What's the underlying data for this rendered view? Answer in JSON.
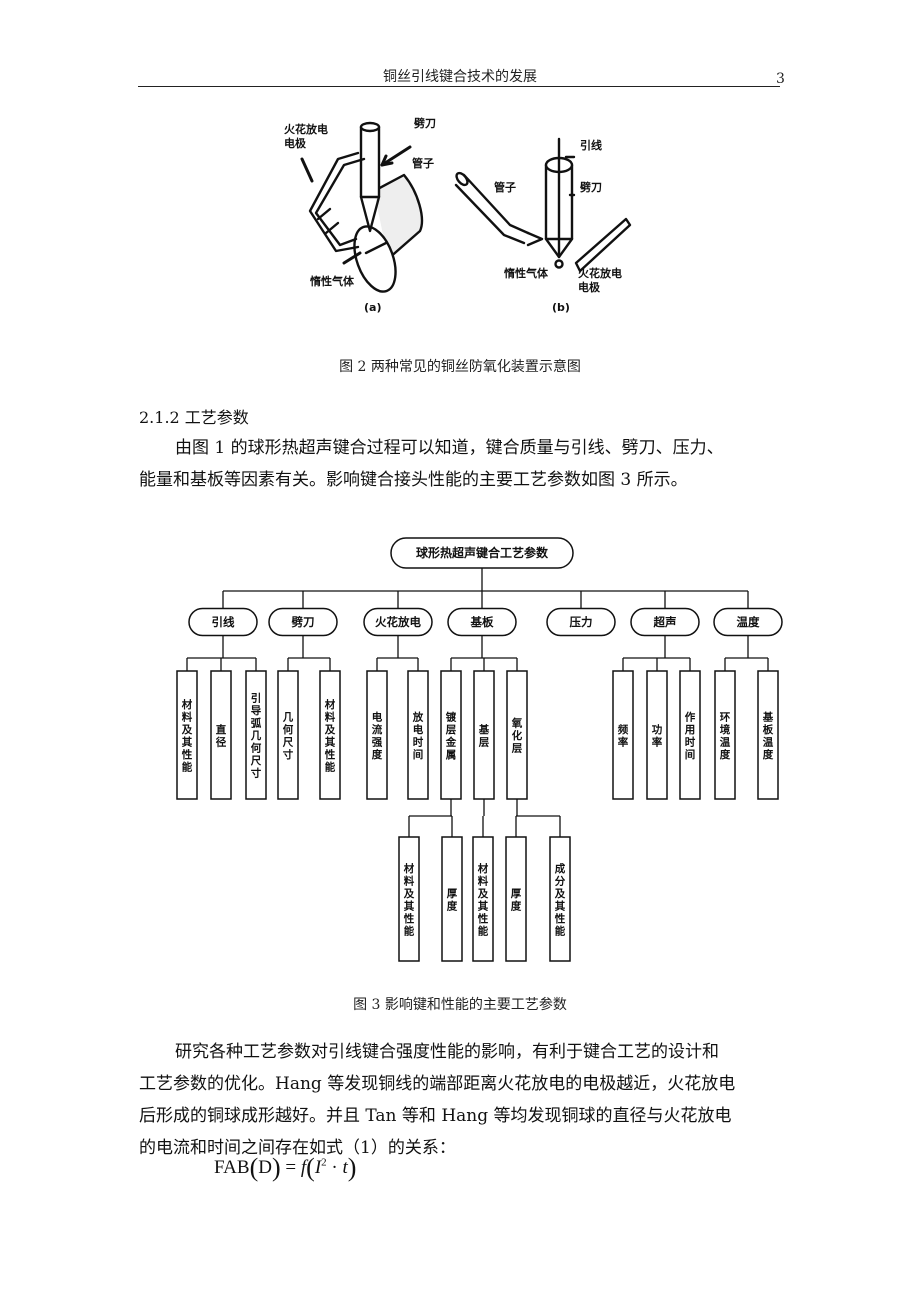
{
  "header": {
    "title": "铜丝引线键合技术的发展",
    "page_number": "3"
  },
  "figure2": {
    "panel_a": {
      "label": "(a)",
      "electrode": "火花放电\n电极",
      "capillary": "劈刀",
      "tube": "管子",
      "gas": "惰性气体"
    },
    "panel_b": {
      "label": "(b)",
      "wire": "引线",
      "capillary": "劈刀",
      "tube": "管子",
      "gas": "惰性气体",
      "electrode": "火花放电\n电极"
    },
    "caption": "图 2  两种常见的铜丝防氧化装置示意图"
  },
  "section": {
    "heading": "2.1.2 工艺参数"
  },
  "paragraph1": {
    "lines": [
      "由图 1 的球形热超声键合过程可以知道，键合质量与引线、劈刀、压力、",
      "能量和基板等因素有关。影响键合接头性能的主要工艺参数如图 3 所示。"
    ]
  },
  "figure3": {
    "root": "球形热超声键合工艺参数",
    "categories": [
      {
        "label": "引线",
        "children": [
          "材料及其性能",
          "直径",
          "引导弧几何尺寸"
        ]
      },
      {
        "label": "劈刀",
        "children": [
          "几何尺寸",
          "材料及其性能"
        ]
      },
      {
        "label": "火花放电",
        "children": [
          "电流强度",
          "放电时间"
        ]
      },
      {
        "label": "基板",
        "children": [
          {
            "label": "镀层金属",
            "children": [
              "材料及其性能",
              "厚度"
            ]
          },
          {
            "label": "基层",
            "children": [
              "材料及其性能"
            ]
          },
          {
            "label": "氧化层",
            "children": [
              "厚度",
              "成分及其性能"
            ]
          }
        ]
      },
      {
        "label": "压力",
        "children": []
      },
      {
        "label": "超声",
        "children": [
          "频率",
          "功率",
          "作用时间"
        ]
      },
      {
        "label": "温度",
        "children": [
          "环境温度",
          "基板温度"
        ]
      }
    ],
    "caption": "图 3  影响键和性能的主要工艺参数"
  },
  "paragraph2": {
    "lines": [
      "研究各种工艺参数对引线键合强度性能的影响，有利于键合工艺的设计和",
      "工艺参数的优化。Hang 等发现铜线的端部距离火花放电的电极越近，火花放电",
      "后形成的铜球成形越好。并且 Tan 等和 Hang 等均发现铜球的直径与火花放电",
      "的电流和时间之间存在如式（1）的关系："
    ]
  },
  "formula": {
    "lhs": "FAB",
    "arg": "D",
    "equals": "=",
    "func": "f",
    "var_i": "I",
    "exp": "2",
    "dot": "·",
    "var_t": "t"
  }
}
